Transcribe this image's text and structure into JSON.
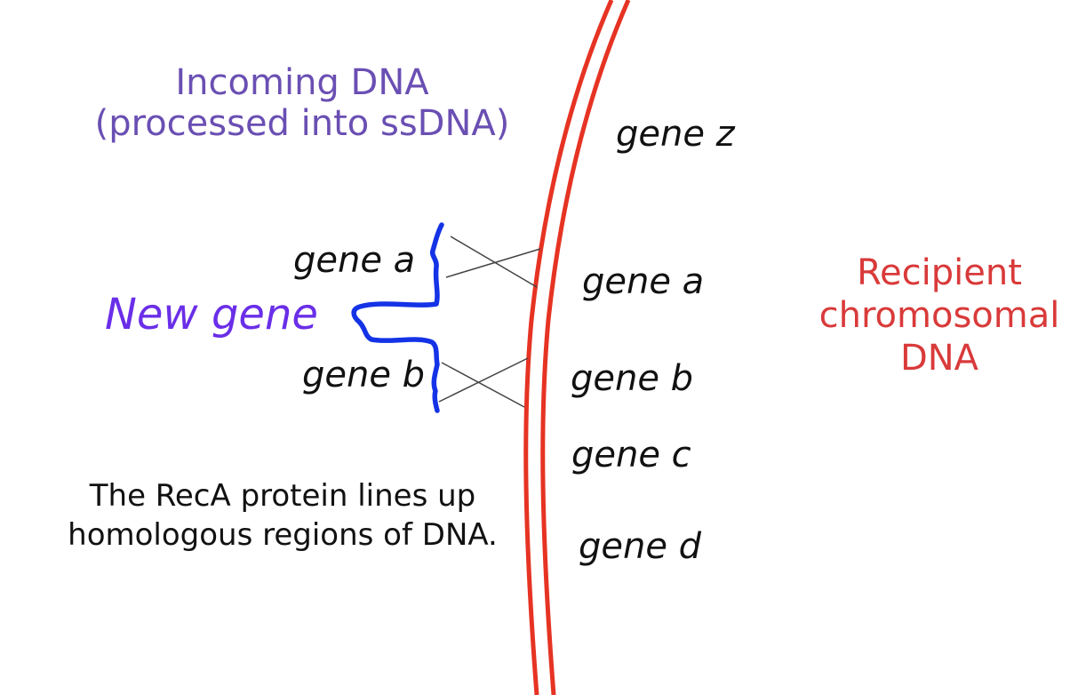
{
  "incoming": {
    "line1": "Incoming DNA",
    "line2": "(processed into ssDNA)",
    "genes": {
      "a": "gene a",
      "b": "gene b"
    },
    "new_gene": "New gene"
  },
  "recipient": {
    "title_line1": "Recipient",
    "title_line2": "chromosomal",
    "title_line3": "DNA",
    "genes": {
      "z": "gene z",
      "a": "gene a",
      "b": "gene b",
      "c": "gene c",
      "d": "gene d"
    }
  },
  "note": {
    "line1": "The RecA protein lines up",
    "line2": "homologous regions of DNA."
  },
  "colors": {
    "incoming_title": "#6a4fb3",
    "new_gene": "#6a2ee8",
    "ssdna_strand": "#1433e6",
    "chromosome": "#e63323",
    "recipient_title": "#d93a3a",
    "crossover": "#444444"
  }
}
